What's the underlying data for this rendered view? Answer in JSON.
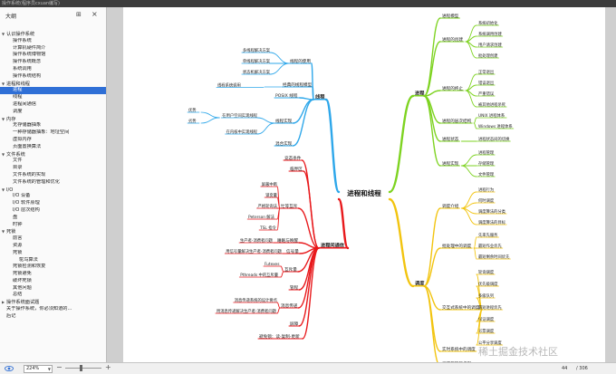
{
  "window": {
    "tab_title": "操作系统(程序员cxuan编写)"
  },
  "sidebar": {
    "title": "大纲",
    "items": [
      {
        "label": "认识操作系统",
        "level": 0,
        "expanded": true
      },
      {
        "label": "操作系统",
        "level": 1
      },
      {
        "label": "计算机硬件简介",
        "level": 1
      },
      {
        "label": "操作系统博物馆",
        "level": 1
      },
      {
        "label": "操作系统概念",
        "level": 1
      },
      {
        "label": "系统调用",
        "level": 1
      },
      {
        "label": "操作系统结构",
        "level": 1
      },
      {
        "label": "进程和线程",
        "level": 0,
        "expanded": true
      },
      {
        "label": "进程",
        "level": 1,
        "selected": true
      },
      {
        "label": "线程",
        "level": 1
      },
      {
        "label": "进程间通信",
        "level": 1
      },
      {
        "label": "调度",
        "level": 1
      },
      {
        "label": "内存",
        "level": 0,
        "expanded": true
      },
      {
        "label": "无存储器抽象",
        "level": 1
      },
      {
        "label": "一种存储器抽象：地址空间",
        "level": 1
      },
      {
        "label": "虚拟内存",
        "level": 1
      },
      {
        "label": "页面置换算法",
        "level": 1
      },
      {
        "label": "文件系统",
        "level": 0,
        "expanded": true
      },
      {
        "label": "文件",
        "level": 1
      },
      {
        "label": "目录",
        "level": 1
      },
      {
        "label": "文件系统的实现",
        "level": 1
      },
      {
        "label": "文件系统的管理和优化",
        "level": 1
      },
      {
        "label": "I/O",
        "level": 0,
        "expanded": true
      },
      {
        "label": "I/O 设备",
        "level": 1
      },
      {
        "label": "I/O 软件原理",
        "level": 1
      },
      {
        "label": "I/O 层次结构",
        "level": 1
      },
      {
        "label": "盘",
        "level": 1
      },
      {
        "label": "时钟",
        "level": 1
      },
      {
        "label": "死锁",
        "level": 0,
        "expanded": true
      },
      {
        "label": "前言",
        "level": 1
      },
      {
        "label": "资源",
        "level": 1
      },
      {
        "label": "死锁",
        "level": 1
      },
      {
        "label": "鸵鸟算法",
        "level": 2
      },
      {
        "label": "死锁检测和恢复",
        "level": 1
      },
      {
        "label": "死锁避免",
        "level": 1
      },
      {
        "label": "破坏死锁",
        "level": 1
      },
      {
        "label": "其他问题",
        "level": 1
      },
      {
        "label": "总结",
        "level": 1
      },
      {
        "label": "操作系统面试题",
        "level": 0,
        "expanded": false
      },
      {
        "label": "关于操作系统，你必须知道的...",
        "level": 0
      },
      {
        "label": "后记",
        "level": 0
      }
    ]
  },
  "mindmap": {
    "root": "进程和线程",
    "colors": {
      "thread": "#2ea7ea",
      "process": "#7ed321",
      "ipc": "#e8191c",
      "sched": "#f2c40f",
      "root_text": "#111111"
    },
    "thread": {
      "label": "线程",
      "children": [
        {
          "label": "线程的使用",
          "children": [
            "多线程解决方案",
            "单线程解决方案",
            "状态机解决方案"
          ]
        },
        {
          "label": "经典的线程模型",
          "children": []
        },
        {
          "label": "POSIX 线程",
          "children": []
        },
        {
          "label": "线程实现",
          "children": [
            {
              "label": "在用户空间实现线程",
              "children": [
                "优势",
                "劣势"
              ]
            },
            {
              "label": "在内核中实现线程",
              "children": []
            }
          ]
        },
        {
          "label": "混合实现",
          "children": []
        }
      ],
      "extra_label": "线程系统调用"
    },
    "process": {
      "label": "进程",
      "children": [
        {
          "label": "进程模型",
          "children": []
        },
        {
          "label": "进程的创建",
          "children": [
            "系统初始化",
            "系统调用创建",
            "用户请求创建",
            "批处理创建"
          ]
        },
        {
          "label": "进程的终止",
          "children": [
            "正常退出",
            "错误退出",
            "严重错误",
            "被其他进程杀死"
          ]
        },
        {
          "label": "进程的层次结构",
          "children": [
            "UNIX 进程体系",
            "Windows 进程体系"
          ]
        },
        {
          "label": "进程状态",
          "children": [
            "进程状态间的切换"
          ]
        },
        {
          "label": "进程实现",
          "children": [
            "进程管理",
            "存储管理",
            "文件管理"
          ]
        }
      ]
    },
    "ipc": {
      "label": "进程间通信",
      "children": [
        {
          "label": "竞态条件",
          "children": []
        },
        {
          "label": "临界区",
          "children": []
        },
        {
          "label": "忙等互斥",
          "children": [
            "屏蔽中断",
            "锁变量",
            "严格轮询法",
            "Peterson 解法",
            "TSL 指令"
          ]
        },
        {
          "label": "睡眠与唤醒",
          "children": [
            "生产者-消费者问题"
          ]
        },
        {
          "label": "信号量",
          "children": [
            "用信号量解决生产者-消费者问题"
          ]
        },
        {
          "label": "互斥量",
          "children": [
            "Futexes",
            "Pthreads 中的互斥量"
          ]
        },
        {
          "label": "管程",
          "children": []
        },
        {
          "label": "消息传递",
          "children": [
            "消息传递系统的设计要点",
            "用消息传递解决生产者-消费者问题"
          ]
        },
        {
          "label": "屏障",
          "children": []
        },
        {
          "label": "避免锁：读-复制-更新",
          "children": []
        }
      ]
    },
    "sched": {
      "label": "调度",
      "children": [
        {
          "label": "调度介绍",
          "children": [
            "进程行为",
            "何时调度",
            "调度算法的分类",
            "调度算法的目标"
          ]
        },
        {
          "label": "批处理中的调度",
          "children": [
            "先来先服务",
            "最短作业优先",
            "最短剩余时间优先"
          ]
        },
        {
          "label": "交互式系统中的调度",
          "children": [
            "轮询调度",
            "优先级调度",
            "多级队列",
            "最短进程优先",
            "保证调度",
            "彩票调度",
            "公平分享调度"
          ]
        },
        {
          "label": "实时系统中的调度",
          "children": []
        },
        {
          "label": "调度策略和机制",
          "children": []
        }
      ]
    }
  },
  "statusbar": {
    "zoom": "224%",
    "page": "44",
    "total": "/ 306"
  },
  "watermark": "稀土掘金技术社区"
}
